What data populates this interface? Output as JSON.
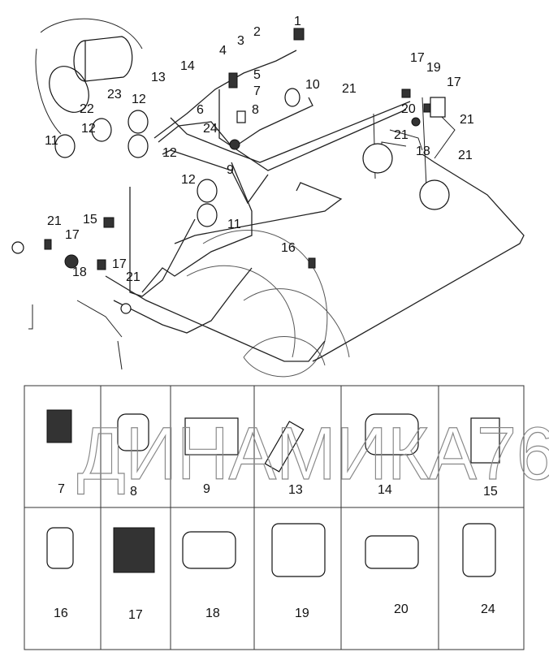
{
  "diagram": {
    "callouts": [
      {
        "id": "c1",
        "text": "1"
      },
      {
        "id": "c2",
        "text": "2"
      },
      {
        "id": "c3",
        "text": "3"
      },
      {
        "id": "c4",
        "text": "4"
      },
      {
        "id": "c5",
        "text": "5"
      },
      {
        "id": "c7",
        "text": "7"
      },
      {
        "id": "c14",
        "text": "14"
      },
      {
        "id": "c13",
        "text": "13"
      },
      {
        "id": "c6",
        "text": "6"
      },
      {
        "id": "c8",
        "text": "8"
      },
      {
        "id": "c10",
        "text": "10"
      },
      {
        "id": "c23",
        "text": "23"
      },
      {
        "id": "c22",
        "text": "22"
      },
      {
        "id": "c12a",
        "text": "12"
      },
      {
        "id": "c12b",
        "text": "12"
      },
      {
        "id": "c12c",
        "text": "12"
      },
      {
        "id": "c11a",
        "text": "11"
      },
      {
        "id": "c24",
        "text": "24"
      },
      {
        "id": "c9",
        "text": "9"
      },
      {
        "id": "c12d",
        "text": "12"
      },
      {
        "id": "c11b",
        "text": "11"
      },
      {
        "id": "c15",
        "text": "15"
      },
      {
        "id": "c21a",
        "text": "21"
      },
      {
        "id": "c17a",
        "text": "17"
      },
      {
        "id": "c18a",
        "text": "18"
      },
      {
        "id": "c17b",
        "text": "17"
      },
      {
        "id": "c21b",
        "text": "21"
      },
      {
        "id": "c16",
        "text": "16"
      },
      {
        "id": "c17c",
        "text": "17"
      },
      {
        "id": "c19",
        "text": "19"
      },
      {
        "id": "c17d",
        "text": "17"
      },
      {
        "id": "c21c",
        "text": "21"
      },
      {
        "id": "c20",
        "text": "20"
      },
      {
        "id": "c21d",
        "text": "21"
      },
      {
        "id": "c21e",
        "text": "21"
      },
      {
        "id": "c18b",
        "text": "18"
      },
      {
        "id": "c21f",
        "text": "21"
      }
    ]
  },
  "parts_table": {
    "row1": [
      "7",
      "8",
      "9",
      "13",
      "14",
      "15"
    ],
    "row2": [
      "16",
      "17",
      "18",
      "19",
      "20",
      "24"
    ]
  },
  "watermark": "ДИНАМИКА76"
}
